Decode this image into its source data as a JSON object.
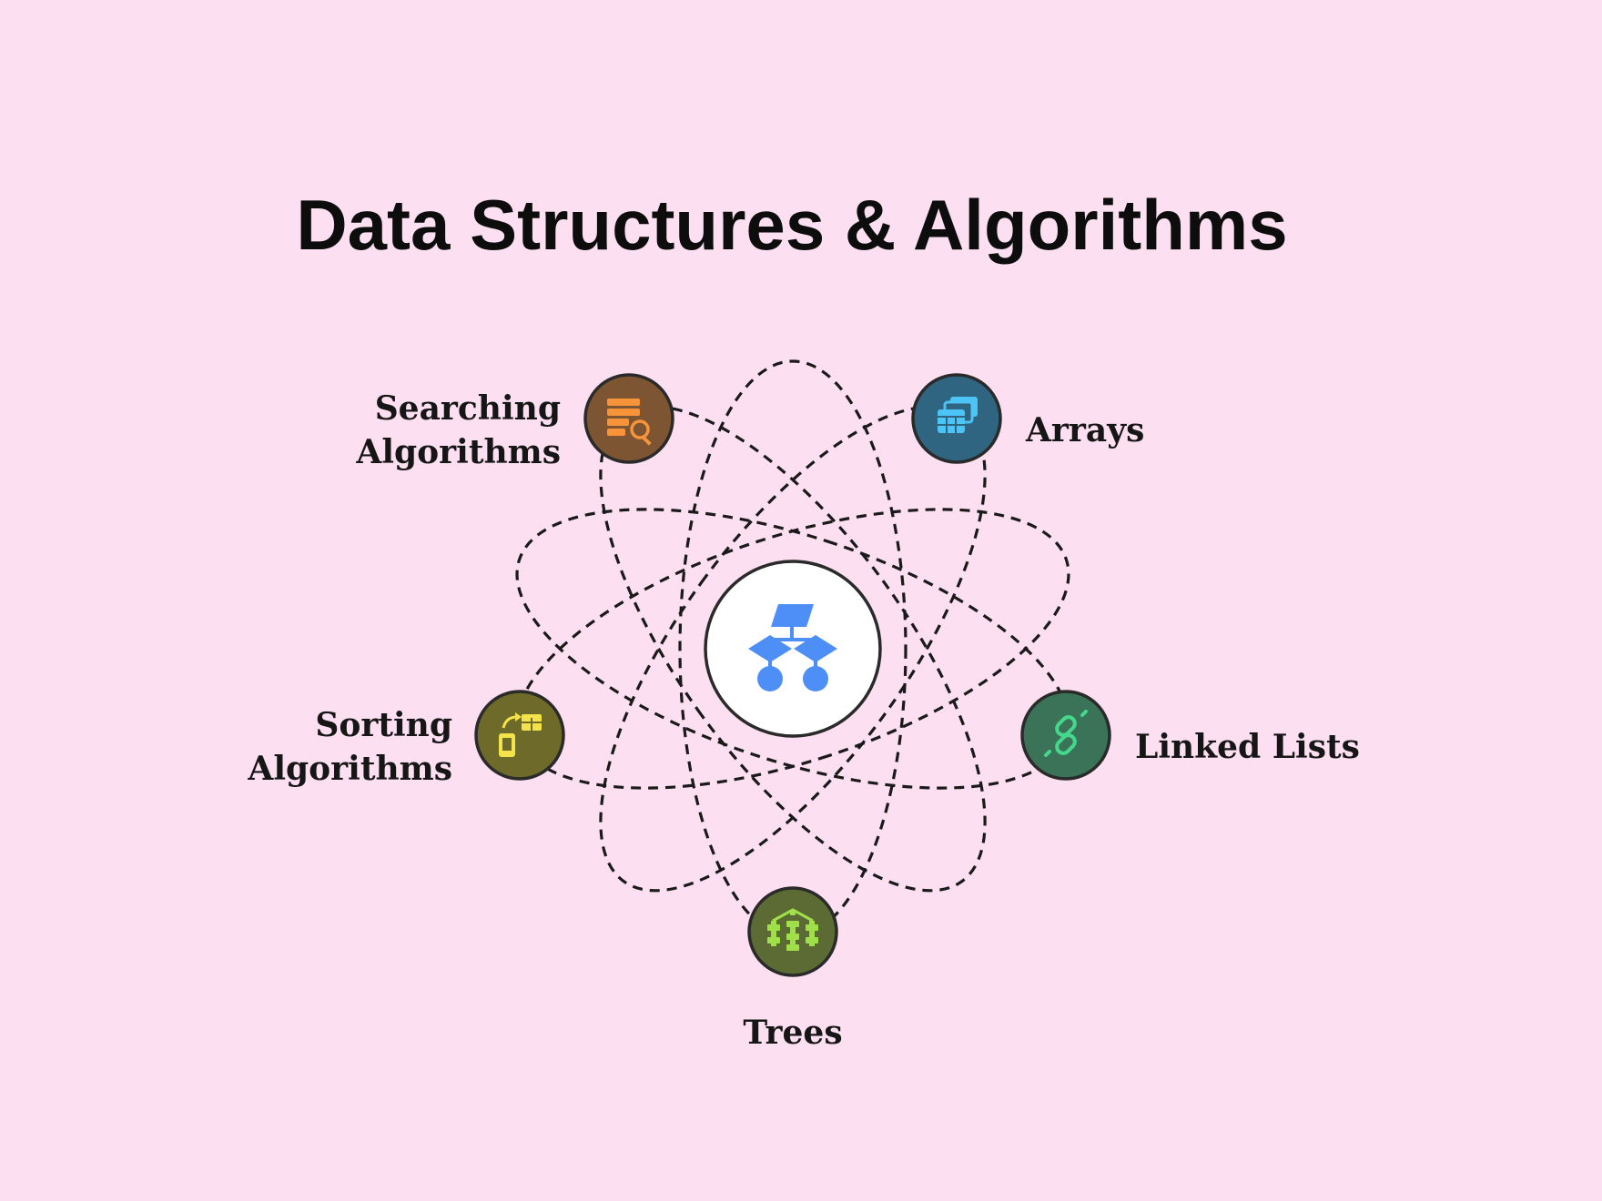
{
  "title": "Data Structures & Algorithms",
  "center": {
    "icon": "flowchart-hierarchy-icon",
    "fill": "#ffffff",
    "icon_color": "#4d8ef7"
  },
  "nodes": [
    {
      "key": "searching",
      "label_lines": [
        "Searching",
        "Algorithms"
      ],
      "icon": "database-search-icon",
      "fill": "#7d5532",
      "icon_color": "#f7943a"
    },
    {
      "key": "arrays",
      "label_lines": [
        "Arrays"
      ],
      "icon": "stacked-tables-icon",
      "fill": "#2f6580",
      "icon_color": "#4cc4f5"
    },
    {
      "key": "sorting",
      "label_lines": [
        "Sorting",
        "Algorithms"
      ],
      "icon": "swap-devices-icon",
      "fill": "#6e6a2a",
      "icon_color": "#f4e24a"
    },
    {
      "key": "linked-lists",
      "label_lines": [
        "Linked Lists"
      ],
      "icon": "chain-link-icon",
      "fill": "#3b7358",
      "icon_color": "#45d88c"
    },
    {
      "key": "trees",
      "label_lines": [
        "Trees"
      ],
      "icon": "tree-network-icon",
      "fill": "#5c6b34",
      "icon_color": "#9fe04a"
    }
  ],
  "colors": {
    "background": "#fce0f1",
    "stroke": "#2a2a2a",
    "dash": "#1a1a1a"
  }
}
